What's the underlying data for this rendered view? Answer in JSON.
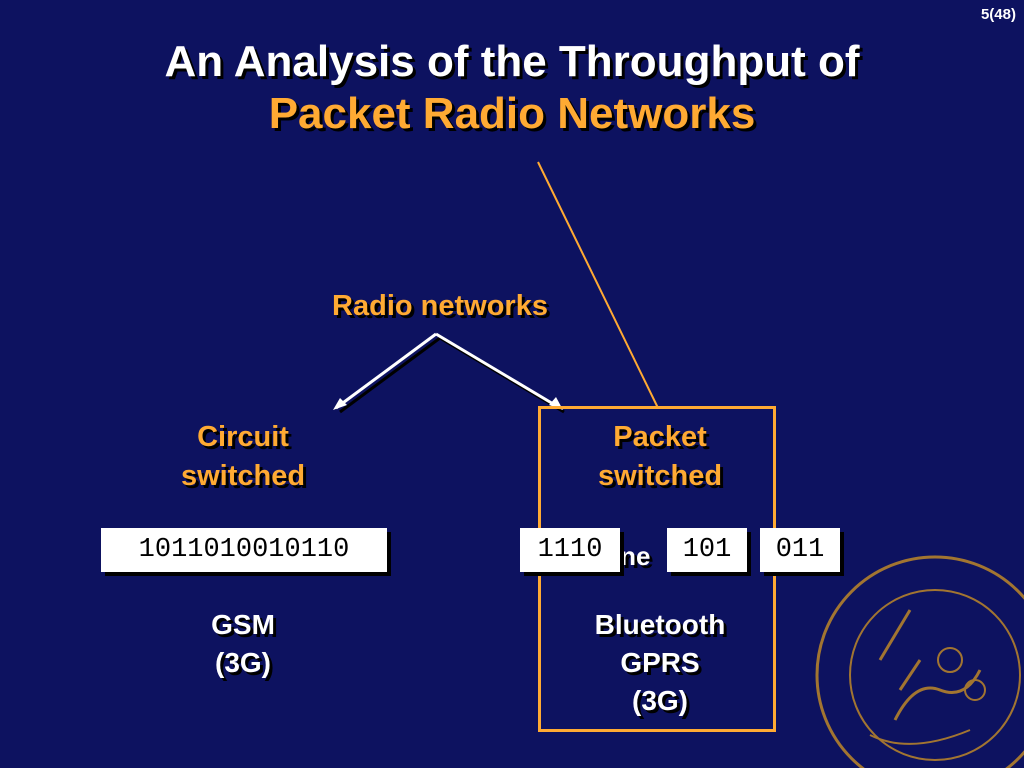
{
  "page_number": "5(48)",
  "title": {
    "line1": "An Analysis of the Throughput of",
    "line2": "Packet Radio Networks"
  },
  "diagram": {
    "root": "Radio networks",
    "circuit": {
      "label_line1": "Circuit",
      "label_line2": "switched",
      "bits": "1011010010110",
      "examples": [
        "GSM",
        "(3G)"
      ]
    },
    "packet": {
      "label_line1": "Packet",
      "label_line2": "switched",
      "bits": [
        "1110",
        "101",
        "011"
      ],
      "behind_text": "rne   e",
      "examples": [
        "Bluetooth",
        "GPRS",
        "(3G)"
      ]
    }
  },
  "colors": {
    "background": "#0d1260",
    "accent": "#ffaa33",
    "text": "#ffffff"
  },
  "icons": {
    "seal": "university-seal-icon"
  }
}
